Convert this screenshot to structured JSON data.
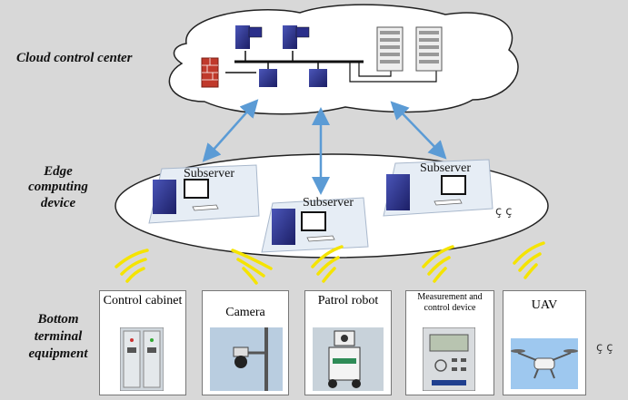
{
  "layers": {
    "cloud": "Cloud control center",
    "edge": "Edge computing device",
    "bottom": "Bottom terminal equipment"
  },
  "subservers": [
    "Subserver",
    "Subserver",
    "Subserver"
  ],
  "devices": [
    {
      "label": "Control cabinet",
      "icon": "control-cabinet"
    },
    {
      "label": "Camera",
      "icon": "camera"
    },
    {
      "label": "Patrol robot",
      "icon": "patrol-robot"
    },
    {
      "label": "Measurement and control device",
      "icon": "measurement-device"
    },
    {
      "label": "UAV",
      "icon": "uav-drone"
    }
  ],
  "ellipsis": "ç ç",
  "colors": {
    "arrow": "#5b9bd5",
    "signal": "#f5e400",
    "server": "#2b2f8a",
    "firewall": "#c0392b"
  }
}
